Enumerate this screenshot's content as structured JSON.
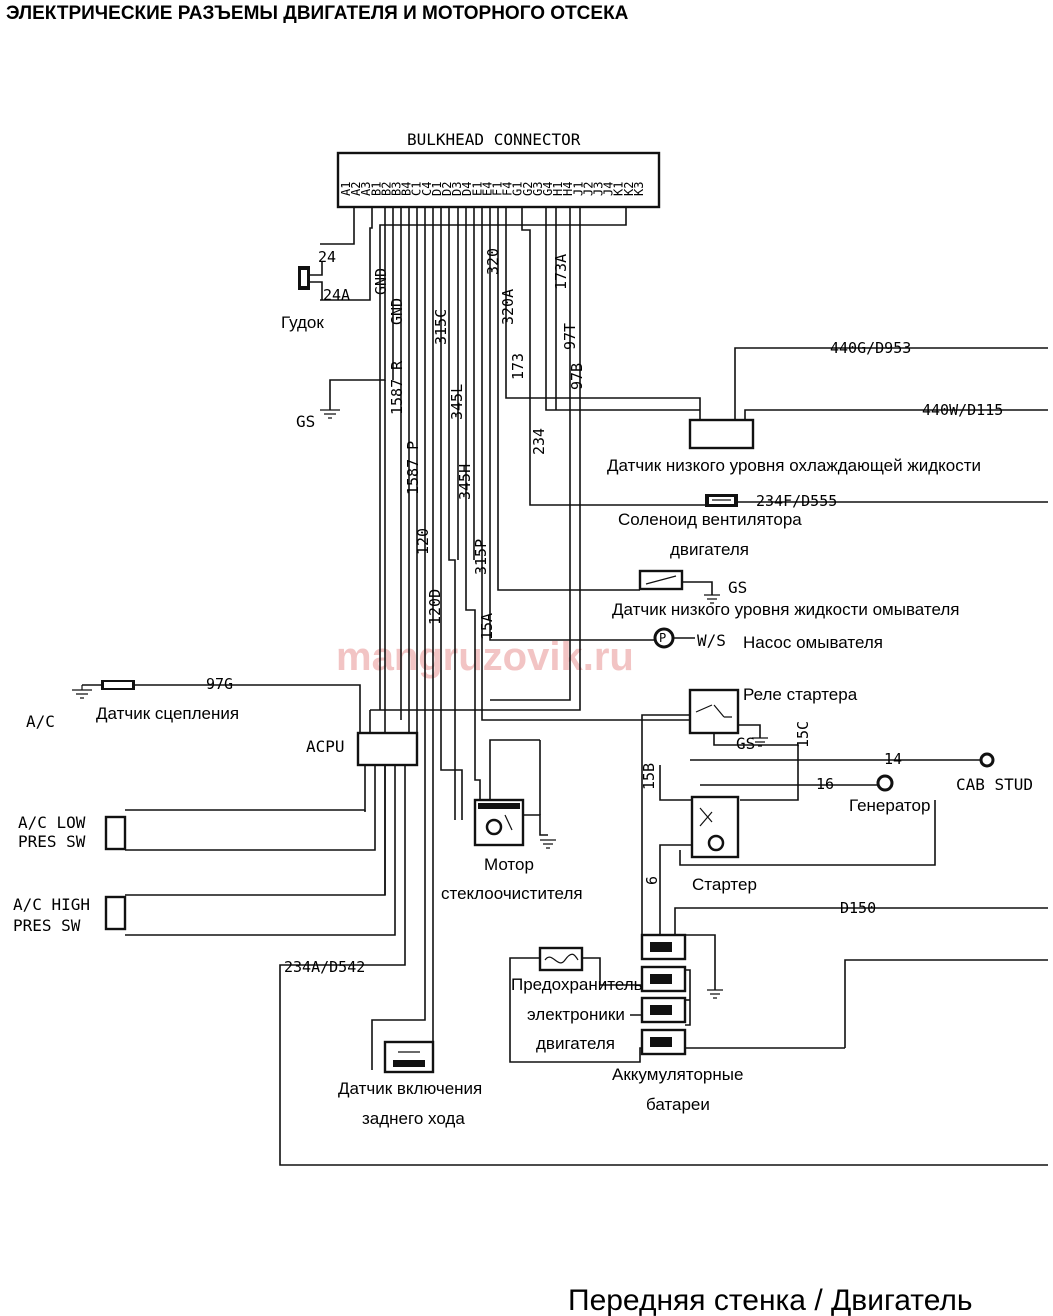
{
  "header": {
    "title": "ЭЛЕКТРИЧЕСКИЕ РАЗЪЕМЫ ДВИГАТЕЛЯ И МОТОРНОГО ОТСЕКА"
  },
  "watermark": "mangruzovik.ru",
  "bulkhead": {
    "title": "BULKHEAD CONNECTOR",
    "pins": [
      "A1",
      "A2",
      "A3",
      "B1",
      "B2",
      "B3",
      "B4",
      "C1",
      "C4",
      "D1",
      "D2",
      "D3",
      "D4",
      "E1",
      "E4",
      "F1",
      "F4",
      "G1",
      "G2",
      "G3",
      "G4",
      "H1",
      "H4",
      "J1",
      "J2",
      "J3",
      "J4",
      "K1",
      "K2",
      "K3"
    ]
  },
  "wire_labels": {
    "w24": "24",
    "w24a": "24A",
    "gnd1": "GND",
    "gnd2": "GND",
    "w1587r": "1587 R",
    "w1587p": "1587 P",
    "w120": "120",
    "w120d": "120D",
    "w315c": "315C",
    "w345l": "345L",
    "w345h": "345H",
    "w315p": "315P",
    "w15a": "15A",
    "w320": "320",
    "w320a": "320A",
    "w173": "173",
    "w173a": "173A",
    "w97t": "97T",
    "w97b": "97B",
    "w234": "234",
    "w97g": "97G",
    "w234a": "234A/D542",
    "w440g": "440G/D953",
    "w440w": "440W/D115",
    "w234f": "234F/D555",
    "w15b": "15B",
    "w15c": "15C",
    "w14": "14",
    "w16": "16",
    "w6": "6",
    "wd150": "D150"
  },
  "components": {
    "horn": "Гудок",
    "gs": "GS",
    "coolant_sensor": "Датчик низкого уровня охлаждающей жидкости",
    "fan_solenoid_1": "Соленоид вентилятора",
    "fan_solenoid_2": "двигателя",
    "washer_level_sensor": "Датчик низкого уровня жидкости омывателя",
    "washer_pump_ws": "W/S",
    "washer_pump": "Насос омывателя",
    "ac": "A/C",
    "clutch_sensor": "Датчик сцепления",
    "acpu": "ACPU",
    "starter_relay": "Реле стартера",
    "cab_stud": "CAB STUD",
    "generator": "Генератор",
    "wiper_motor_1": "Мотор",
    "wiper_motor_2": "стеклоочистителя",
    "starter": "Стартер",
    "ac_low_1": "A/C LOW",
    "ac_low_2": "PRES SW",
    "ac_high_1": "A/C HIGH",
    "ac_high_2": "PRES SW",
    "fuse_1": "Предохранитель",
    "fuse_2": "электроники",
    "fuse_3": "двигателя",
    "batteries_1": "Аккумуляторные",
    "batteries_2": "батареи",
    "reverse_sensor_1": "Датчик включения",
    "reverse_sensor_2": "заднего хода"
  },
  "footer": {
    "caption": "Передняя стенка / Двигатель"
  }
}
